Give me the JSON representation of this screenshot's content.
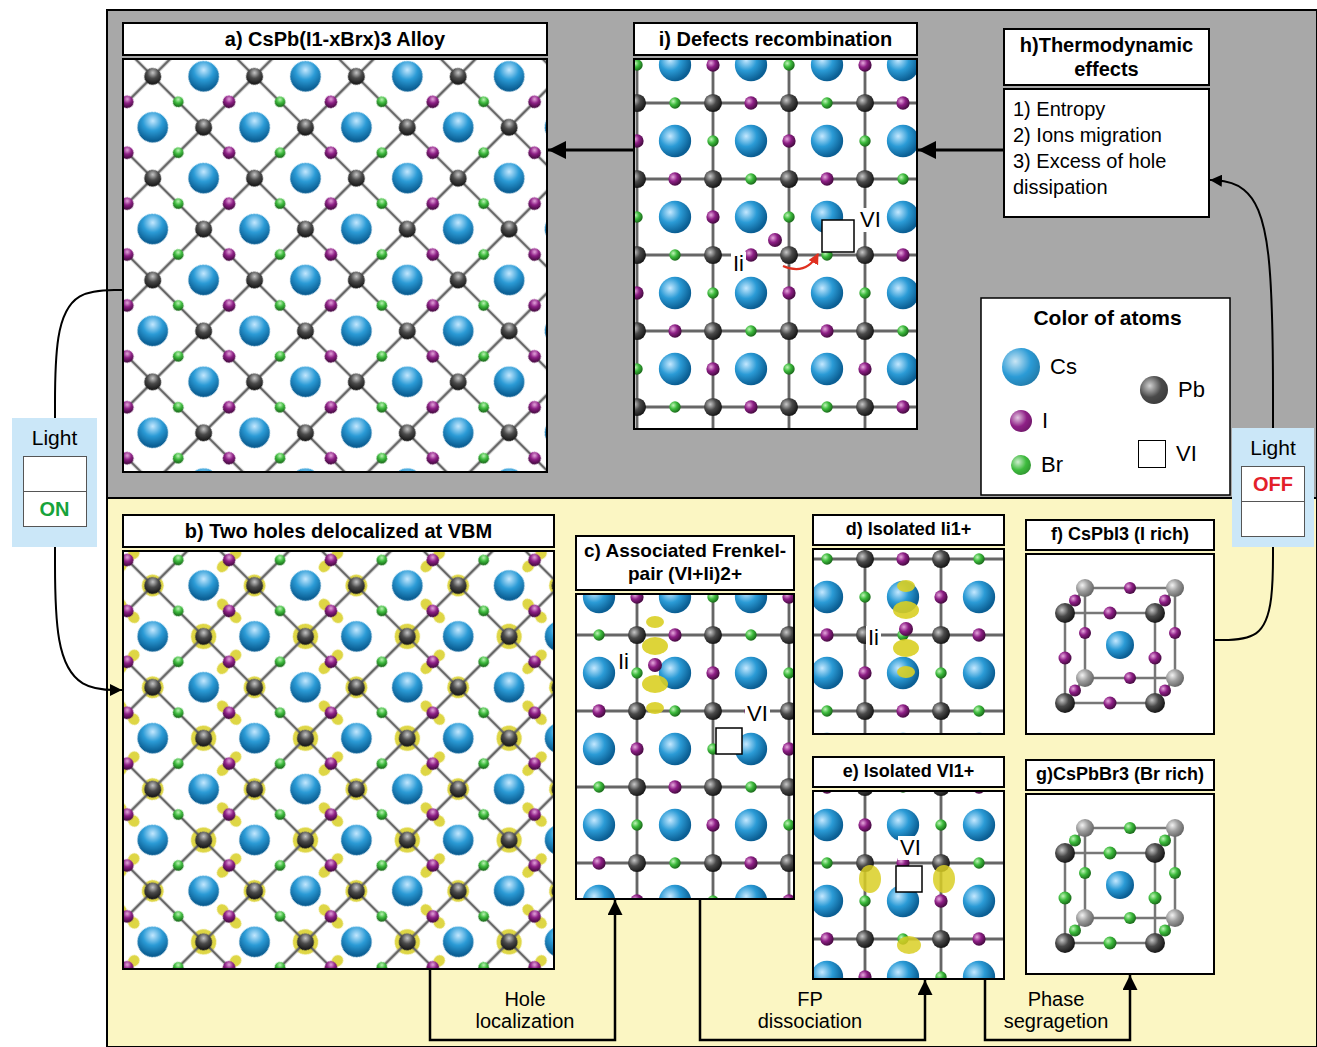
{
  "diagram": {
    "nodes": [
      {
        "text": [
          "a) CsPb(I1-xBrx)3 Alloy"
        ]
      },
      {
        "text": [
          "i) Defects recombination"
        ]
      },
      {
        "text": [
          "h)Thermodynamic effects",
          "1) Entropy",
          "2) Ions migration",
          "3) Excess of hole dissipation"
        ]
      },
      {
        "text": [
          "Light",
          "ON"
        ]
      },
      {
        "text": [
          "b) Two holes delocalized at VBM"
        ]
      },
      {
        "text": [
          "c) Associated Frenkel-pair (VI+Ii)2+"
        ]
      },
      {
        "text": [
          "d) Isolated Ii1+"
        ]
      },
      {
        "text": [
          "e) Isolated VI1+"
        ]
      },
      {
        "text": [
          "f) CsPbI3 (I rich)"
        ]
      },
      {
        "text": [
          "g)CsPbBr3 (Br rich)"
        ]
      },
      {
        "text": [
          "Light",
          "OFF"
        ]
      }
    ],
    "edges": [
      {
        "from": 1,
        "to": 0,
        "arrow": "to"
      },
      {
        "from": 2,
        "to": 1,
        "arrow": "to"
      },
      {
        "from": 0,
        "to": 3,
        "arrow": "none"
      },
      {
        "from": 3,
        "to": 4,
        "arrow": "to"
      },
      {
        "from": 4,
        "to": 5,
        "arrow": "to",
        "label": "Hole localization"
      },
      {
        "from": 5,
        "to": 7,
        "arrow": "to",
        "label": "FP dissociation"
      },
      {
        "from": 7,
        "to": 9,
        "arrow": "to",
        "label": "Phase segragetion"
      },
      {
        "from": 8,
        "to": 10,
        "arrow": "none"
      },
      {
        "from": 10,
        "to": 2,
        "arrow": "to"
      }
    ],
    "labels": [
      "Color of atoms",
      "Ii",
      "VI",
      "Ii",
      "VI",
      "Ii",
      "VI"
    ],
    "legend": [
      {
        "text": "Cs",
        "color": "#2b9bd6"
      },
      {
        "text": "Pb",
        "color": "#4a4a4a"
      },
      {
        "text": "I",
        "color": "#8e1f86"
      },
      {
        "text": "Br",
        "color": "#3dbb3d"
      },
      {
        "text": "VI"
      }
    ]
  }
}
